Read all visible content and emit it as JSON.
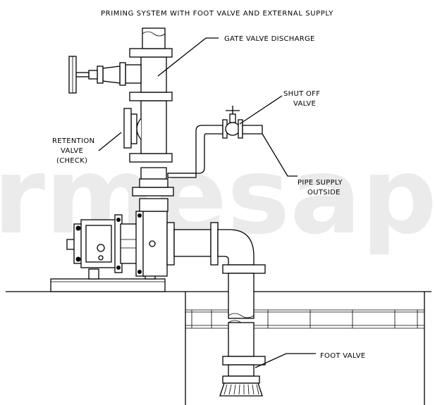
{
  "title": "PRIMING SYSTEM WITH FOOT VALVE AND EXTERNAL SUPPLY",
  "watermark": "rmesapu",
  "labels": {
    "gate_valve": "GATE VALVE DISCHARGE",
    "shut_off_1": "SHUT OFF",
    "shut_off_2": "VALVE",
    "retention_1": "RETENTION",
    "retention_2": "VALVE",
    "retention_3": "(CHECK)",
    "pipe_supply_1": "PIPE SUPPLY",
    "pipe_supply_2": "OUTSIDE",
    "foot_valve": "FOOT VALVE"
  },
  "colors": {
    "line": "#000000",
    "background": "#ffffff",
    "watermark": "#ebebeb"
  }
}
